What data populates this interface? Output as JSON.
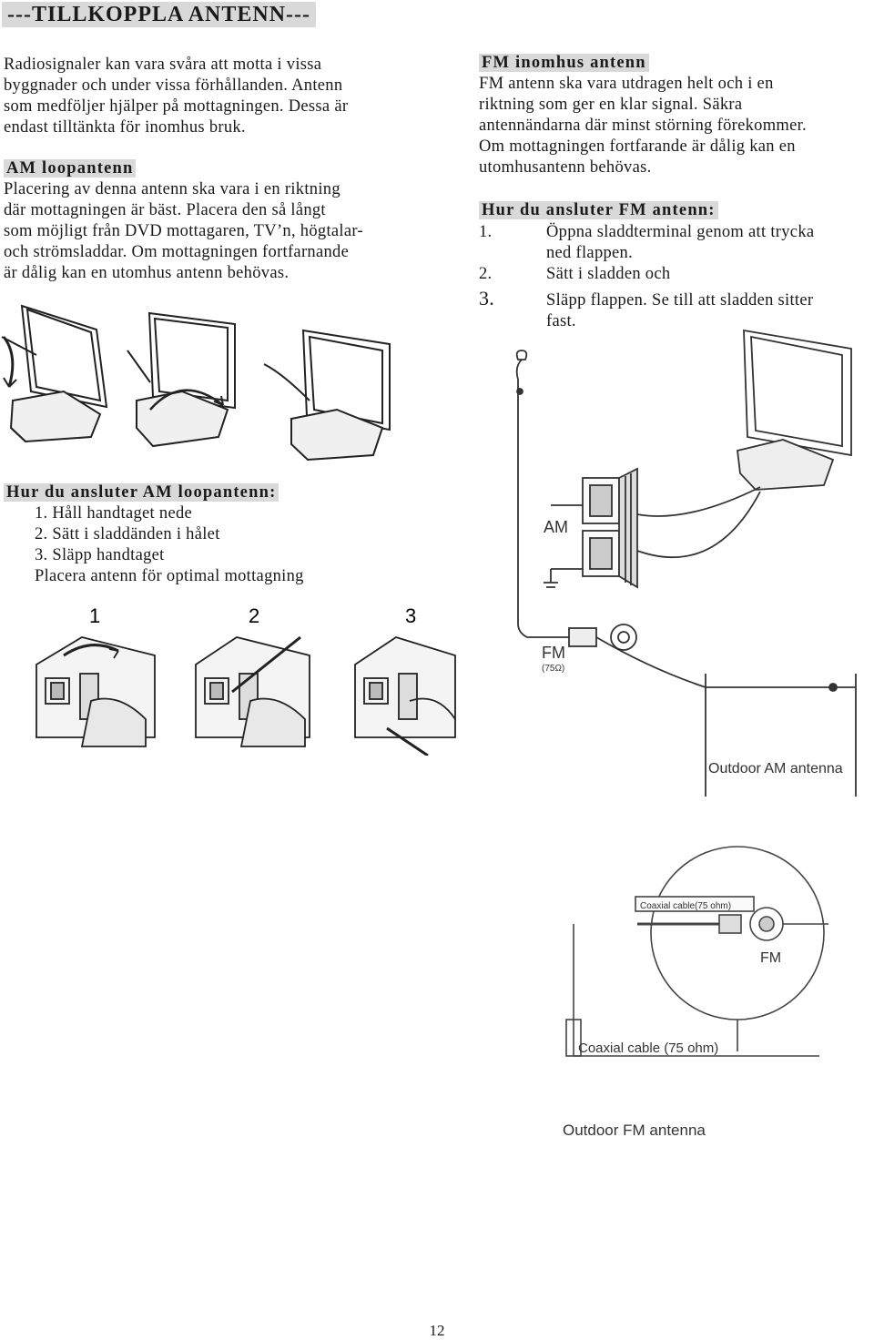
{
  "title": "---TILLKOPPLA ANTENN---",
  "intro": [
    "Radiosignaler kan vara svåra att motta i vissa",
    "byggnader och under vissa förhållanden. Antenn",
    "som medföljer hjälper på mottagningen. Dessa är",
    "endast tilltänkta för inomhus bruk."
  ],
  "am_loop": {
    "heading": "AM loopantenn",
    "lines": [
      "Placering av denna antenn ska vara i en riktning",
      "där mottagningen är bäst. Placera den så långt",
      "som möjligt från DVD mottagaren, TV’n, högtalar-",
      "och strömsladdar. Om mottagningen fortfarnande",
      "är dålig kan en utomhus antenn behövas."
    ]
  },
  "am_connect": {
    "heading": "Hur du ansluter AM loopantenn:",
    "steps": [
      "1.  Håll handtaget nede",
      "2.  Sätt i sladdänden i hålet",
      "3.  Släpp handtaget"
    ],
    "note": "Placera antenn för optimal mottagning",
    "figure_numbers": [
      "1",
      "2",
      "3"
    ]
  },
  "fm_indoor": {
    "heading": "FM inomhus antenn",
    "lines": [
      "FM antenn ska vara utdragen helt och i en",
      "riktning som ger en klar signal. Säkra",
      "antennändarna där minst störning förekommer.",
      "Om mottagningen fortfarande är dålig kan en",
      "utomhusantenn behövas."
    ]
  },
  "fm_connect": {
    "heading": "Hur du ansluter FM antenn:",
    "steps": [
      {
        "num": "1.",
        "text": "Öppna sladdterminal genom att trycka"
      },
      {
        "num": "",
        "text": "ned flappen."
      },
      {
        "num": "2.",
        "text": "Sätt i sladden och"
      },
      {
        "num": "3.",
        "text": "Släpp flappen. Se till att sladden sitter"
      },
      {
        "num": "",
        "text": "fast."
      }
    ]
  },
  "diagram_labels": {
    "am": "AM",
    "fm": "FM",
    "fm_ohm": "(75Ω)",
    "outdoor_am": "Outdoor AM antenna",
    "coax_small": "Coaxial cable(75 ohm)",
    "fm2": "FM",
    "coax_large": "Coaxial cable (75 ohm)",
    "outdoor_fm": "Outdoor FM antenna"
  },
  "page_number": "12"
}
